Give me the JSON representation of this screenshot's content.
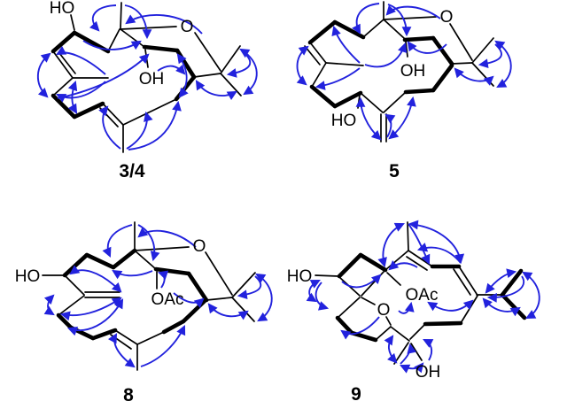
{
  "colors": {
    "arrow_blue": "#2222dd",
    "bond_black": "#000000",
    "background": "#ffffff"
  },
  "compounds": [
    {
      "number": "3/4",
      "labels": {
        "ho": "HO",
        "ring_o": "O",
        "oh": "OH"
      }
    },
    {
      "number": "5",
      "labels": {
        "ring_o": "O",
        "oh": "OH",
        "ho": "HO"
      }
    },
    {
      "number": "8",
      "labels": {
        "ho": "HO",
        "ring_o": "O",
        "oac": "OAc"
      }
    },
    {
      "number": "9",
      "labels": {
        "ho": "HO",
        "oac": "OAc",
        "ring_o": "O",
        "oh": "OH"
      }
    }
  ]
}
